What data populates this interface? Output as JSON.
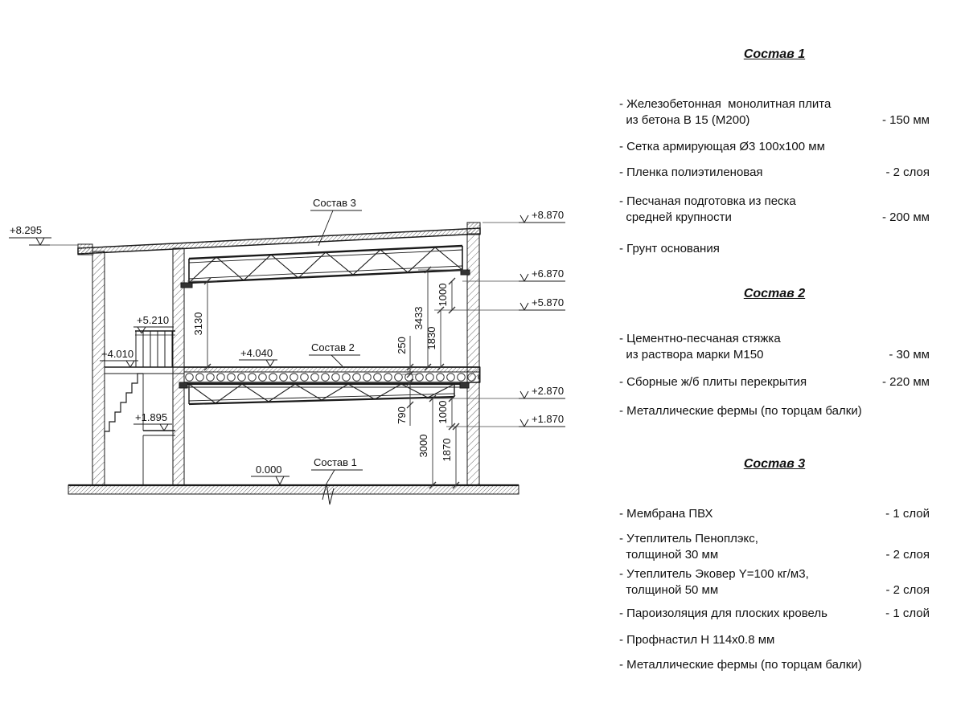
{
  "drawing": {
    "marks": {
      "m8295": "+8.295",
      "m8870": "+8.870",
      "m6870": "+6.870",
      "m5870": "+5.870",
      "m2870": "+2.870",
      "m1870": "+1.870",
      "m5210": "+5.210",
      "m4010": "+4.010",
      "m4040": "+4.040",
      "m1895": "+1.895",
      "m0000": "0.000"
    },
    "dims": {
      "d3130": "3130",
      "d3433": "3433",
      "d250": "250",
      "d1830": "1830",
      "d1000a": "1000",
      "d790": "790",
      "d1000b": "1000",
      "d3000": "3000",
      "d1870": "1870"
    },
    "labels": {
      "sostav1": "Состав 1",
      "sostav2": "Состав 2",
      "sostav3": "Состав 3"
    }
  },
  "specs": [
    {
      "title": "Состав 1",
      "items": [
        {
          "text": "- Железобетонная  монолитная плита\n  из бетона В 15 (М200)",
          "value": "- 150 мм"
        },
        {
          "text": "- Сетка армирующая Ø3 100х100 мм",
          "value": ""
        },
        {
          "text": "- Пленка полиэтиленовая",
          "value": "-  2 слоя"
        },
        {
          "text": "- Песчаная подготовка из песка\n  средней крупности",
          "value": "- 200 мм"
        },
        {
          "text": "- Грунт основания",
          "value": ""
        }
      ]
    },
    {
      "title": "Состав 2",
      "items": [
        {
          "text": "- Цементно-песчаная стяжка\n  из раствора марки М150",
          "value": "- 30 мм"
        },
        {
          "text": "- Сборные ж/б плиты перекрытия",
          "value": "- 220 мм"
        },
        {
          "text": "- Металлические фермы (по торцам балки)",
          "value": ""
        }
      ]
    },
    {
      "title": "Состав 3",
      "items": [
        {
          "text": "- Мембрана ПВХ",
          "value": "- 1 слой"
        },
        {
          "text": "- Утеплитель Пеноплэкс,\n  толщиной 30 мм",
          "value": "- 2 слоя"
        },
        {
          "text": "- Утеплитель Эковер Y=100 кг/м3,\n  толщиной 50 мм",
          "value": "- 2 слоя"
        },
        {
          "text": "- Пароизоляция для плоских кровель",
          "value": "- 1 слой"
        },
        {
          "text": "- Профнастил Н 114х0.8 мм",
          "value": ""
        },
        {
          "text": "- Металлические фермы (по торцам балки)",
          "value": ""
        }
      ]
    }
  ]
}
